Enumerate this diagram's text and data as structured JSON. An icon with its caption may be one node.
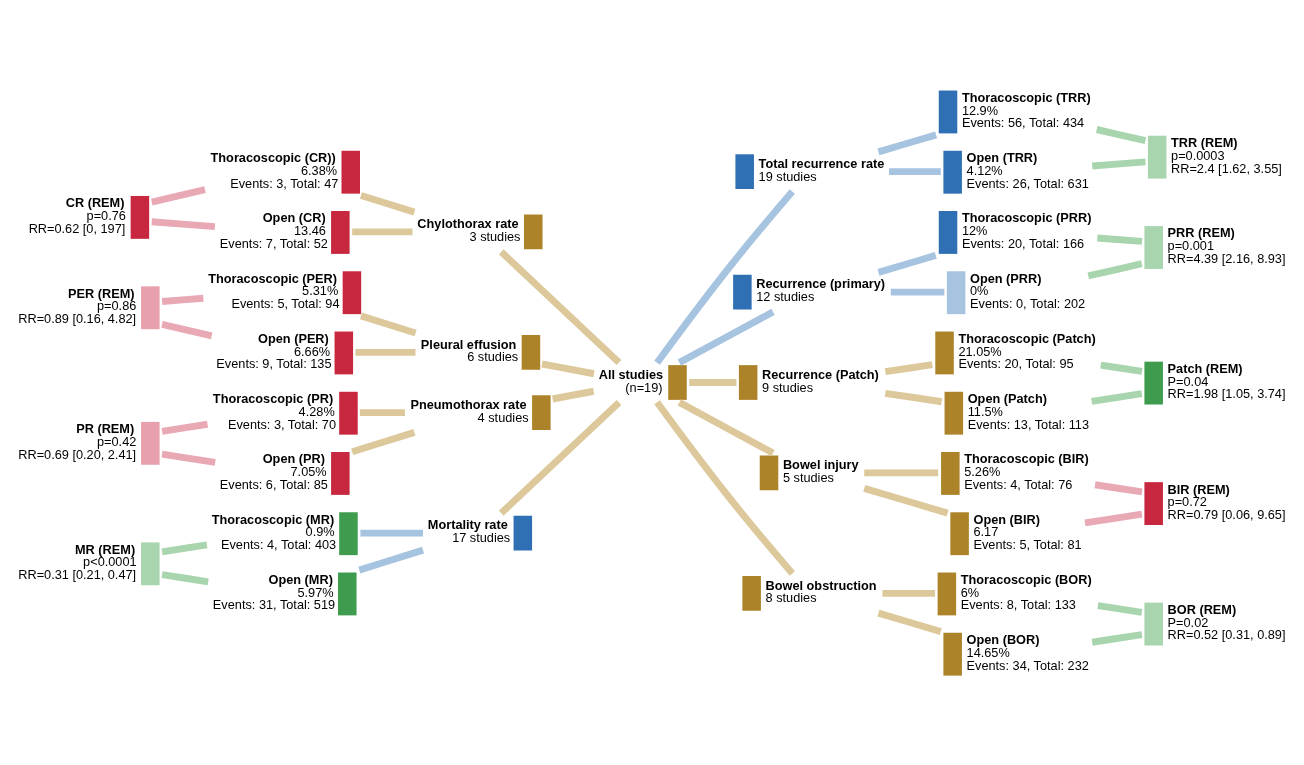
{
  "diagram": {
    "nodes": [
      {
        "text": [
          "CR (REM)",
          "p=0.76",
          "RR=0.62 [0, 197]"
        ]
      },
      {
        "text": [
          "Thoracoscopic (CR))",
          "6.38%",
          "Events: 3, Total: 47"
        ]
      },
      {
        "text": [
          "Open (CR)",
          "13.46",
          "Events: 7, Total: 52"
        ]
      },
      {
        "text": [
          "Chylothorax rate",
          "3 studies"
        ]
      },
      {
        "text": [
          "PER (REM)",
          "p=0.86",
          "RR=0.89 [0.16, 4.82]"
        ]
      },
      {
        "text": [
          "Thoracoscopic (PER)",
          "5.31%",
          "Events: 5, Total: 94"
        ]
      },
      {
        "text": [
          "Open (PER)",
          "6.66%",
          "Events: 9, Total: 135"
        ]
      },
      {
        "text": [
          "Pleural effusion",
          "6 studies"
        ]
      },
      {
        "text": [
          "PR (REM)",
          "p=0.42",
          "RR=0.69 [0.20, 2.41]"
        ]
      },
      {
        "text": [
          "Thoracoscopic (PR)",
          "4.28%",
          "Events: 3, Total: 70"
        ]
      },
      {
        "text": [
          "Open (PR)",
          "7.05%",
          "Events: 6, Total: 85"
        ]
      },
      {
        "text": [
          "Pneumothorax rate",
          "4 studies"
        ]
      },
      {
        "text": [
          "MR (REM)",
          "p<0.0001",
          "RR=0.31 [0.21, 0.47]"
        ]
      },
      {
        "text": [
          "Thoracoscopic (MR)",
          "0.9%",
          "Events: 4, Total: 403"
        ]
      },
      {
        "text": [
          "Open (MR)",
          "5.97%",
          "Events: 31, Total: 519"
        ]
      },
      {
        "text": [
          "Mortality rate",
          "17 studies"
        ]
      },
      {
        "text": [
          "All studies",
          "(n=19)"
        ]
      },
      {
        "text": [
          "Total recurrence rate",
          "19 studies"
        ]
      },
      {
        "text": [
          "Thoracoscopic (TRR)",
          "12.9%",
          "Events: 56, Total: 434"
        ]
      },
      {
        "text": [
          "Open (TRR)",
          "4.12%",
          "Events: 26, Total: 631"
        ]
      },
      {
        "text": [
          "TRR (REM)",
          "p=0.0003",
          "RR=2.4 [1.62, 3.55]"
        ]
      },
      {
        "text": [
          "Recurrence (primary)",
          "12 studies"
        ]
      },
      {
        "text": [
          "Thoracoscopic (PRR)",
          "12%",
          "Events: 20, Total: 166"
        ]
      },
      {
        "text": [
          "Open (PRR)",
          "0%",
          "Events: 0, Total: 202"
        ]
      },
      {
        "text": [
          "PRR (REM)",
          "p=0.001",
          "RR=4.39 [2.16, 8.93]"
        ]
      },
      {
        "text": [
          "Recurrence (Patch)",
          "9 studies"
        ]
      },
      {
        "text": [
          "Thoracoscopic (Patch)",
          "21.05%",
          "Events: 20, Total: 95"
        ]
      },
      {
        "text": [
          "Open (Patch)",
          "11.5%",
          "Events: 13, Total: 113"
        ]
      },
      {
        "text": [
          "Patch (REM)",
          "P=0.04",
          "RR=1.98 [1.05, 3.74]"
        ]
      },
      {
        "text": [
          "Bowel injury",
          "5 studies"
        ]
      },
      {
        "text": [
          "Thoracoscopic (BIR)",
          "5.26%",
          "Events: 4, Total: 76"
        ]
      },
      {
        "text": [
          "Open (BIR)",
          "6.17",
          "Events: 5, Total: 81"
        ]
      },
      {
        "text": [
          "BIR (REM)",
          "p=0.72",
          "RR=0.79 [0.06, 9.65]"
        ]
      },
      {
        "text": [
          "Bowel obstruction",
          "8 studies"
        ]
      },
      {
        "text": [
          "Thoracoscopic (BOR)",
          "6%",
          "Events: 8, Total: 133"
        ]
      },
      {
        "text": [
          "Open (BOR)",
          "14.65%",
          "Events: 34, Total: 232"
        ]
      },
      {
        "text": [
          "BOR (REM)",
          "P=0.02",
          "RR=0.52 [0.31, 0.89]"
        ]
      }
    ],
    "edges": [
      {
        "from": 0,
        "to": 1,
        "arrow": "none",
        "color": "#e8a9b5"
      },
      {
        "from": 0,
        "to": 2,
        "arrow": "none",
        "color": "#e8a9b5"
      },
      {
        "from": 1,
        "to": 3,
        "arrow": "none"
      },
      {
        "from": 2,
        "to": 3,
        "arrow": "none"
      },
      {
        "from": 3,
        "to": 16,
        "arrow": "none"
      },
      {
        "from": 4,
        "to": 5,
        "arrow": "none",
        "color": "#e8a9b5"
      },
      {
        "from": 4,
        "to": 6,
        "arrow": "none",
        "color": "#e8a9b5"
      },
      {
        "from": 5,
        "to": 7,
        "arrow": "none"
      },
      {
        "from": 6,
        "to": 7,
        "arrow": "none"
      },
      {
        "from": 7,
        "to": 16,
        "arrow": "none"
      },
      {
        "from": 8,
        "to": 9,
        "arrow": "none",
        "color": "#e8a9b5"
      },
      {
        "from": 8,
        "to": 10,
        "arrow": "none",
        "color": "#e8a9b5"
      },
      {
        "from": 9,
        "to": 11,
        "arrow": "none"
      },
      {
        "from": 10,
        "to": 11,
        "arrow": "none"
      },
      {
        "from": 11,
        "to": 16,
        "arrow": "none"
      },
      {
        "from": 12,
        "to": 13,
        "arrow": "none",
        "color": "#a8d5ad"
      },
      {
        "from": 12,
        "to": 14,
        "arrow": "none",
        "color": "#a8d5ad"
      },
      {
        "from": 13,
        "to": 15,
        "arrow": "none",
        "color": "#a6c3e0"
      },
      {
        "from": 14,
        "to": 15,
        "arrow": "none",
        "color": "#a6c3e0"
      },
      {
        "from": 15,
        "to": 16,
        "arrow": "none"
      },
      {
        "from": 16,
        "to": 17,
        "arrow": "none",
        "color": "#a6c3e0"
      },
      {
        "from": 17,
        "to": 18,
        "arrow": "none",
        "color": "#a6c3e0"
      },
      {
        "from": 17,
        "to": 19,
        "arrow": "none",
        "color": "#a6c3e0"
      },
      {
        "from": 18,
        "to": 20,
        "arrow": "none",
        "color": "#a8d5ad"
      },
      {
        "from": 19,
        "to": 20,
        "arrow": "none",
        "color": "#a8d5ad"
      },
      {
        "from": 16,
        "to": 21,
        "arrow": "none",
        "color": "#a6c3e0"
      },
      {
        "from": 21,
        "to": 22,
        "arrow": "none",
        "color": "#a6c3e0"
      },
      {
        "from": 21,
        "to": 23,
        "arrow": "none",
        "color": "#a6c3e0"
      },
      {
        "from": 22,
        "to": 24,
        "arrow": "none",
        "color": "#a8d5ad"
      },
      {
        "from": 23,
        "to": 24,
        "arrow": "none",
        "color": "#a8d5ad"
      },
      {
        "from": 16,
        "to": 25,
        "arrow": "none"
      },
      {
        "from": 25,
        "to": 26,
        "arrow": "none"
      },
      {
        "from": 25,
        "to": 27,
        "arrow": "none"
      },
      {
        "from": 26,
        "to": 28,
        "arrow": "none",
        "color": "#a8d5ad"
      },
      {
        "from": 27,
        "to": 28,
        "arrow": "none",
        "color": "#a8d5ad"
      },
      {
        "from": 16,
        "to": 29,
        "arrow": "none"
      },
      {
        "from": 29,
        "to": 30,
        "arrow": "none"
      },
      {
        "from": 29,
        "to": 31,
        "arrow": "none"
      },
      {
        "from": 30,
        "to": 32,
        "arrow": "none",
        "color": "#e8a9b5"
      },
      {
        "from": 31,
        "to": 32,
        "arrow": "none",
        "color": "#e8a9b5"
      },
      {
        "from": 16,
        "to": 33,
        "arrow": "none"
      },
      {
        "from": 33,
        "to": 34,
        "arrow": "none"
      },
      {
        "from": 33,
        "to": 35,
        "arrow": "none"
      },
      {
        "from": 34,
        "to": 36,
        "arrow": "none",
        "color": "#a8d5ad"
      },
      {
        "from": 35,
        "to": 36,
        "arrow": "none",
        "color": "#a8d5ad"
      }
    ]
  }
}
